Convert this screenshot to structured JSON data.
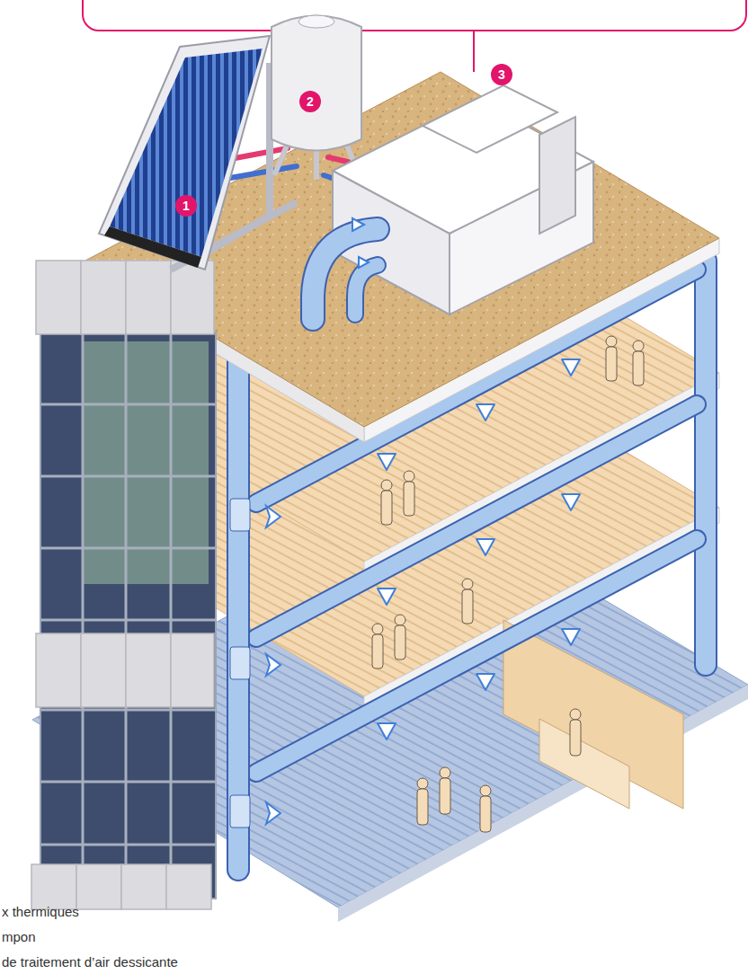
{
  "diagram": {
    "nodes": [
      {
        "text": [
          "1"
        ]
      },
      {
        "text": [
          "2"
        ]
      },
      {
        "text": [
          "3"
        ]
      }
    ],
    "labels": [
      "x thermiques",
      "mpon",
      "de traitement d’air dessicante"
    ]
  }
}
